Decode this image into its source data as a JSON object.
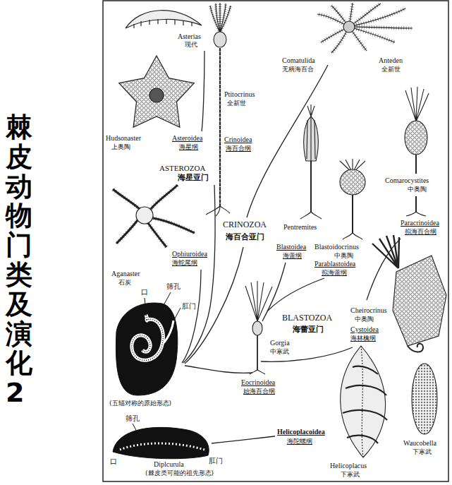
{
  "diagram": {
    "title": "棘皮动物门类及演化2",
    "nodes": [
      {
        "text": [
          "口",
          "筛孔",
          "肛门",
          "(五辐对称的原始形态)"
        ]
      },
      {
        "text": [
          "筛孔",
          "口",
          "肛门",
          "Diplcurula",
          "(棘皮类可能的祖先形态)"
        ]
      }
    ],
    "labels": [
      "Asterias",
      "现代",
      "Ptitocrinus",
      "全新世",
      "Comatulida",
      "无柄海百合",
      "Anteden",
      "全新世",
      "Hudsonaster",
      "上奥陶",
      "Asteroidea",
      "海星纲",
      "Crinoidea",
      "海百合纲",
      "ASTEROZOA",
      "海星亚门",
      "Comarocystites",
      "中奥陶",
      "Pentremites",
      "CRINOZOA",
      "海百合亚门",
      "Paracrinoidea",
      "拟海百合纲",
      "Blastoidea",
      "海蕾纲",
      "Blastoidocrinus",
      "中奥陶",
      "Parablastoidea",
      "拟海蕾纲",
      "Ophiuroidea",
      "海蛇尾纲",
      "Aganaster",
      "石炭",
      "Cheirocrinus",
      "中奥陶",
      "Cystoidea",
      "海林檎纲",
      "BLASTOZOA",
      "海蕾亚门",
      "Gorgia",
      "中寒武",
      "Eocrinoidea",
      "始海百合纲",
      "Helicoplacoidea",
      "海陀螺纲",
      "Helicoplacus",
      "下寒武",
      "Waucobella",
      "下寒武"
    ]
  }
}
